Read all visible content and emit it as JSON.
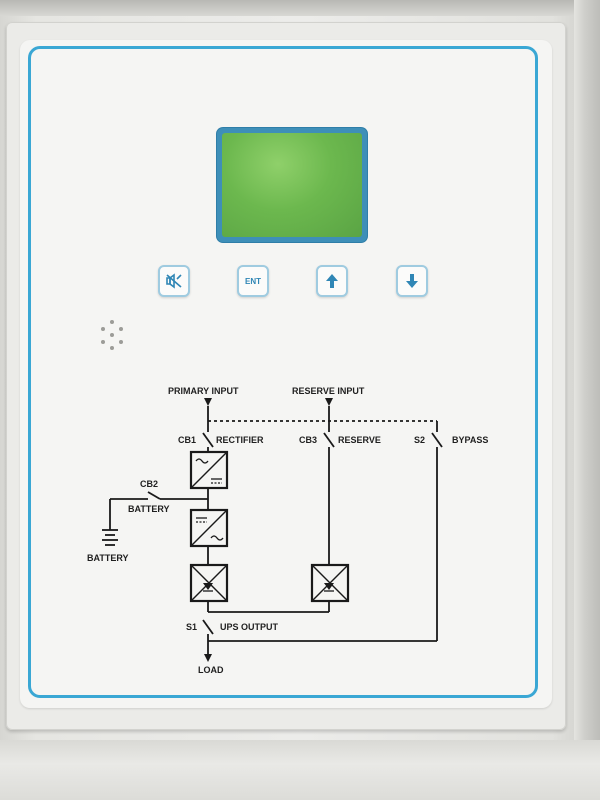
{
  "keypad": {
    "silence_icon": "alarm-silence-icon",
    "enter_label": "ENT",
    "up_icon": "arrow-up-icon",
    "down_icon": "arrow-down-icon"
  },
  "schematic": {
    "primary_input": "PRIMARY INPUT",
    "reserve_input": "RESERVE INPUT",
    "cb1": "CB1",
    "rectifier": "RECTIFIER",
    "cb3": "CB3",
    "reserve": "RESERVE",
    "s2": "S2",
    "bypass": "BYPASS",
    "cb2": "CB2",
    "battery_breaker": "BATTERY",
    "battery": "BATTERY",
    "s1": "S1",
    "ups_output": "UPS OUTPUT",
    "load": "LOAD"
  },
  "colors": {
    "panel_border": "#3aa7d4",
    "lcd": "#6cb84e",
    "key_accent": "#2f86b5"
  }
}
